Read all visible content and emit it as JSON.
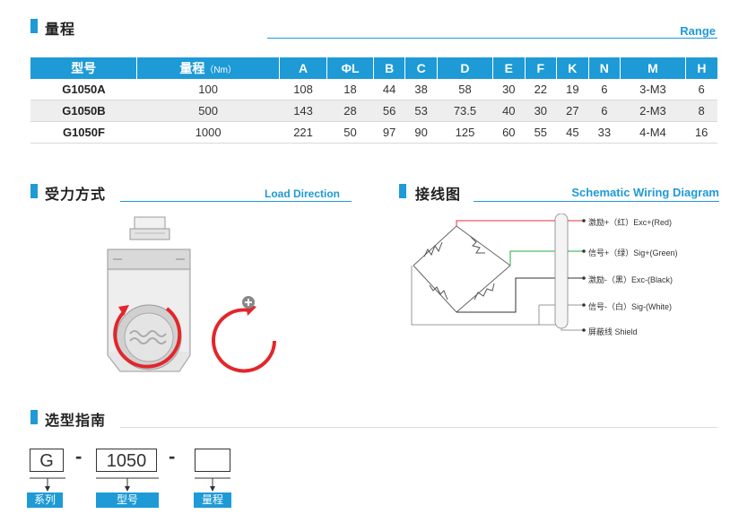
{
  "range": {
    "title": "量程",
    "title_en": "Range",
    "headers": [
      {
        "label": "型号",
        "unit": ""
      },
      {
        "label": "量程",
        "unit": "（Nm）"
      },
      {
        "label": "A",
        "unit": ""
      },
      {
        "label": "ΦL",
        "unit": ""
      },
      {
        "label": "B",
        "unit": ""
      },
      {
        "label": "C",
        "unit": ""
      },
      {
        "label": "D",
        "unit": ""
      },
      {
        "label": "E",
        "unit": ""
      },
      {
        "label": "F",
        "unit": ""
      },
      {
        "label": "K",
        "unit": ""
      },
      {
        "label": "N",
        "unit": ""
      },
      {
        "label": "M",
        "unit": ""
      },
      {
        "label": "H",
        "unit": ""
      }
    ],
    "rows": [
      [
        "G1050A",
        "100",
        "108",
        "18",
        "44",
        "38",
        "58",
        "30",
        "22",
        "19",
        "6",
        "3-M3",
        "6"
      ],
      [
        "G1050B",
        "500",
        "143",
        "28",
        "56",
        "53",
        "73.5",
        "40",
        "30",
        "27",
        "6",
        "2-M3",
        "8"
      ],
      [
        "G1050F",
        "1000",
        "221",
        "50",
        "97",
        "90",
        "125",
        "60",
        "55",
        "45",
        "33",
        "4-M4",
        "16"
      ]
    ]
  },
  "load": {
    "title": "受力方式",
    "title_en": "Load Direction"
  },
  "wiring": {
    "title": "接线图",
    "title_en": "Schematic Wiring Diagram",
    "labels": [
      {
        "text": "激励+（红）Exc+(Red)",
        "color": "#e0303a"
      },
      {
        "text": "信号+（绿）Sig+(Green)",
        "color": "#2aa84a"
      },
      {
        "text": "激励-（黑）Exc-(Black)",
        "color": "#333333"
      },
      {
        "text": "信号-（白）Sig-(White)",
        "color": "#999999"
      },
      {
        "text": "屏蔽线  Shield",
        "color": "#999999"
      }
    ]
  },
  "guide": {
    "title": "选型指南",
    "prefix": "G",
    "model": "1050",
    "range": "",
    "dash": "-",
    "tags": [
      "系列",
      "型号",
      "量程"
    ]
  },
  "colors": {
    "accent": "#1e9ad6",
    "arrow": "#e2262b"
  }
}
